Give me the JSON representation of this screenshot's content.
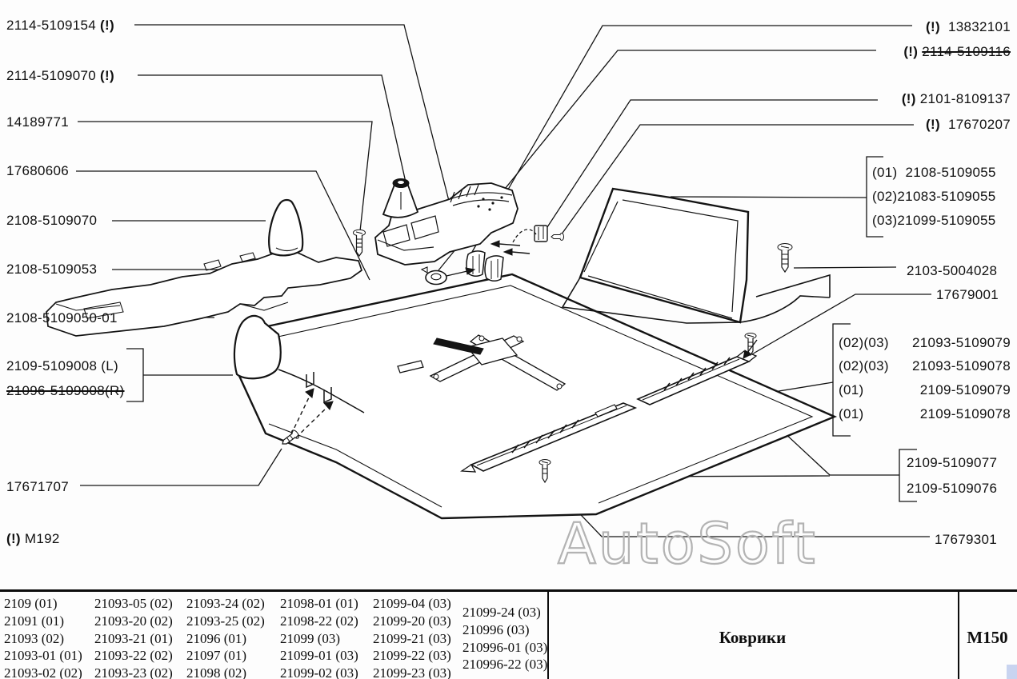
{
  "diagram": {
    "left_labels": [
      {
        "num": "2114-5109154",
        "bang": "(!)"
      },
      {
        "num": "2114-5109070",
        "bang": "(!)"
      },
      {
        "num": "14189771",
        "bang": ""
      },
      {
        "num": "17680606",
        "bang": ""
      },
      {
        "num": "2108-5109070",
        "bang": ""
      },
      {
        "num": "2108-5109053",
        "bang": ""
      },
      {
        "num": "2108-5109050-01",
        "bang": ""
      },
      {
        "num": "2109-5109008 (L)",
        "bang": ""
      },
      {
        "num": "21096-5109008(R)",
        "bang": ""
      },
      {
        "num": "17671707",
        "bang": ""
      },
      {
        "num": "М192",
        "bang": "(!)"
      }
    ],
    "right_labels": [
      {
        "bang": "(!)",
        "num": "13832101"
      },
      {
        "bang": "(!)",
        "num": "2114-5109116"
      },
      {
        "bang": "(!)",
        "num": "2101-8109137"
      },
      {
        "bang": "(!)",
        "num": "17670207"
      },
      {
        "bang": "",
        "num": "2103-5004028"
      },
      {
        "bang": "",
        "num": "17679001"
      },
      {
        "bang": "",
        "num": "17679301"
      }
    ],
    "group1": {
      "items": [
        "(01)  2108-5109055",
        "(02)21083-5109055",
        "(03)21099-5109055"
      ]
    },
    "group2": {
      "items": [
        {
          "pre": "(02)(03)",
          "num": "21093-5109079"
        },
        {
          "pre": "(02)(03)",
          "num": "21093-5109078"
        },
        {
          "pre": "(01)",
          "num": "2109-5109079"
        },
        {
          "pre": "(01)",
          "num": "2109-5109078"
        }
      ]
    },
    "group3": {
      "items": [
        "2109-5109077",
        "2109-5109076"
      ]
    },
    "watermark": "AutoSoft"
  },
  "footer": {
    "columns": [
      [
        "2109 (01)",
        "21091 (01)",
        "21093 (02)",
        "21093-01 (01)",
        "21093-02 (02)"
      ],
      [
        "21093-05 (02)",
        "21093-20 (02)",
        "21093-21 (01)",
        "21093-22 (02)",
        "21093-23 (02)"
      ],
      [
        "21093-24 (02)",
        "21093-25 (02)",
        "21096 (01)",
        "21097 (01)",
        "21098 (02)"
      ],
      [
        "21098-01 (01)",
        "21098-22 (02)",
        "21099 (03)",
        "21099-01 (03)",
        "21099-02 (03)"
      ],
      [
        "21099-04 (03)",
        "21099-20 (03)",
        "21099-21 (03)",
        "21099-22 (03)",
        "21099-23 (03)"
      ],
      [
        "21099-24 (03)",
        "210996 (03)",
        "210996-01 (03)",
        "210996-22 (03)"
      ]
    ],
    "title": "Коврики",
    "code": "М150"
  },
  "colors": {
    "line": "#141414",
    "watermark": "#b3b3b3",
    "corner_accent": "#c9d4f0"
  }
}
